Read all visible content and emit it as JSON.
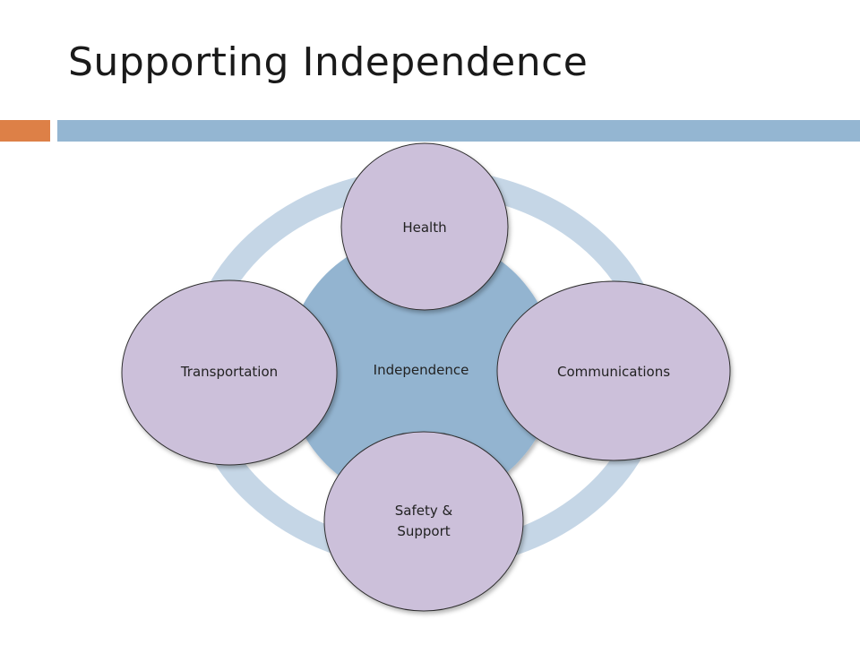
{
  "slide": {
    "title": "Supporting Independence"
  },
  "diagram": {
    "center": {
      "label": "Independence"
    },
    "nodes": [
      {
        "id": "health",
        "label": "Health"
      },
      {
        "id": "communications",
        "label": "Communications"
      },
      {
        "id": "safety",
        "label_lines": [
          "Safety &",
          "Support"
        ]
      },
      {
        "id": "transportation",
        "label": "Transportation"
      }
    ],
    "colors": {
      "ring": "#c5d6e6",
      "center_fill": "#93b4d0",
      "node_fill": "#ccc0da",
      "node_stroke": "#2e2e2e",
      "accent_bar": "#dd8047",
      "title_bar": "#94b6d2"
    }
  }
}
